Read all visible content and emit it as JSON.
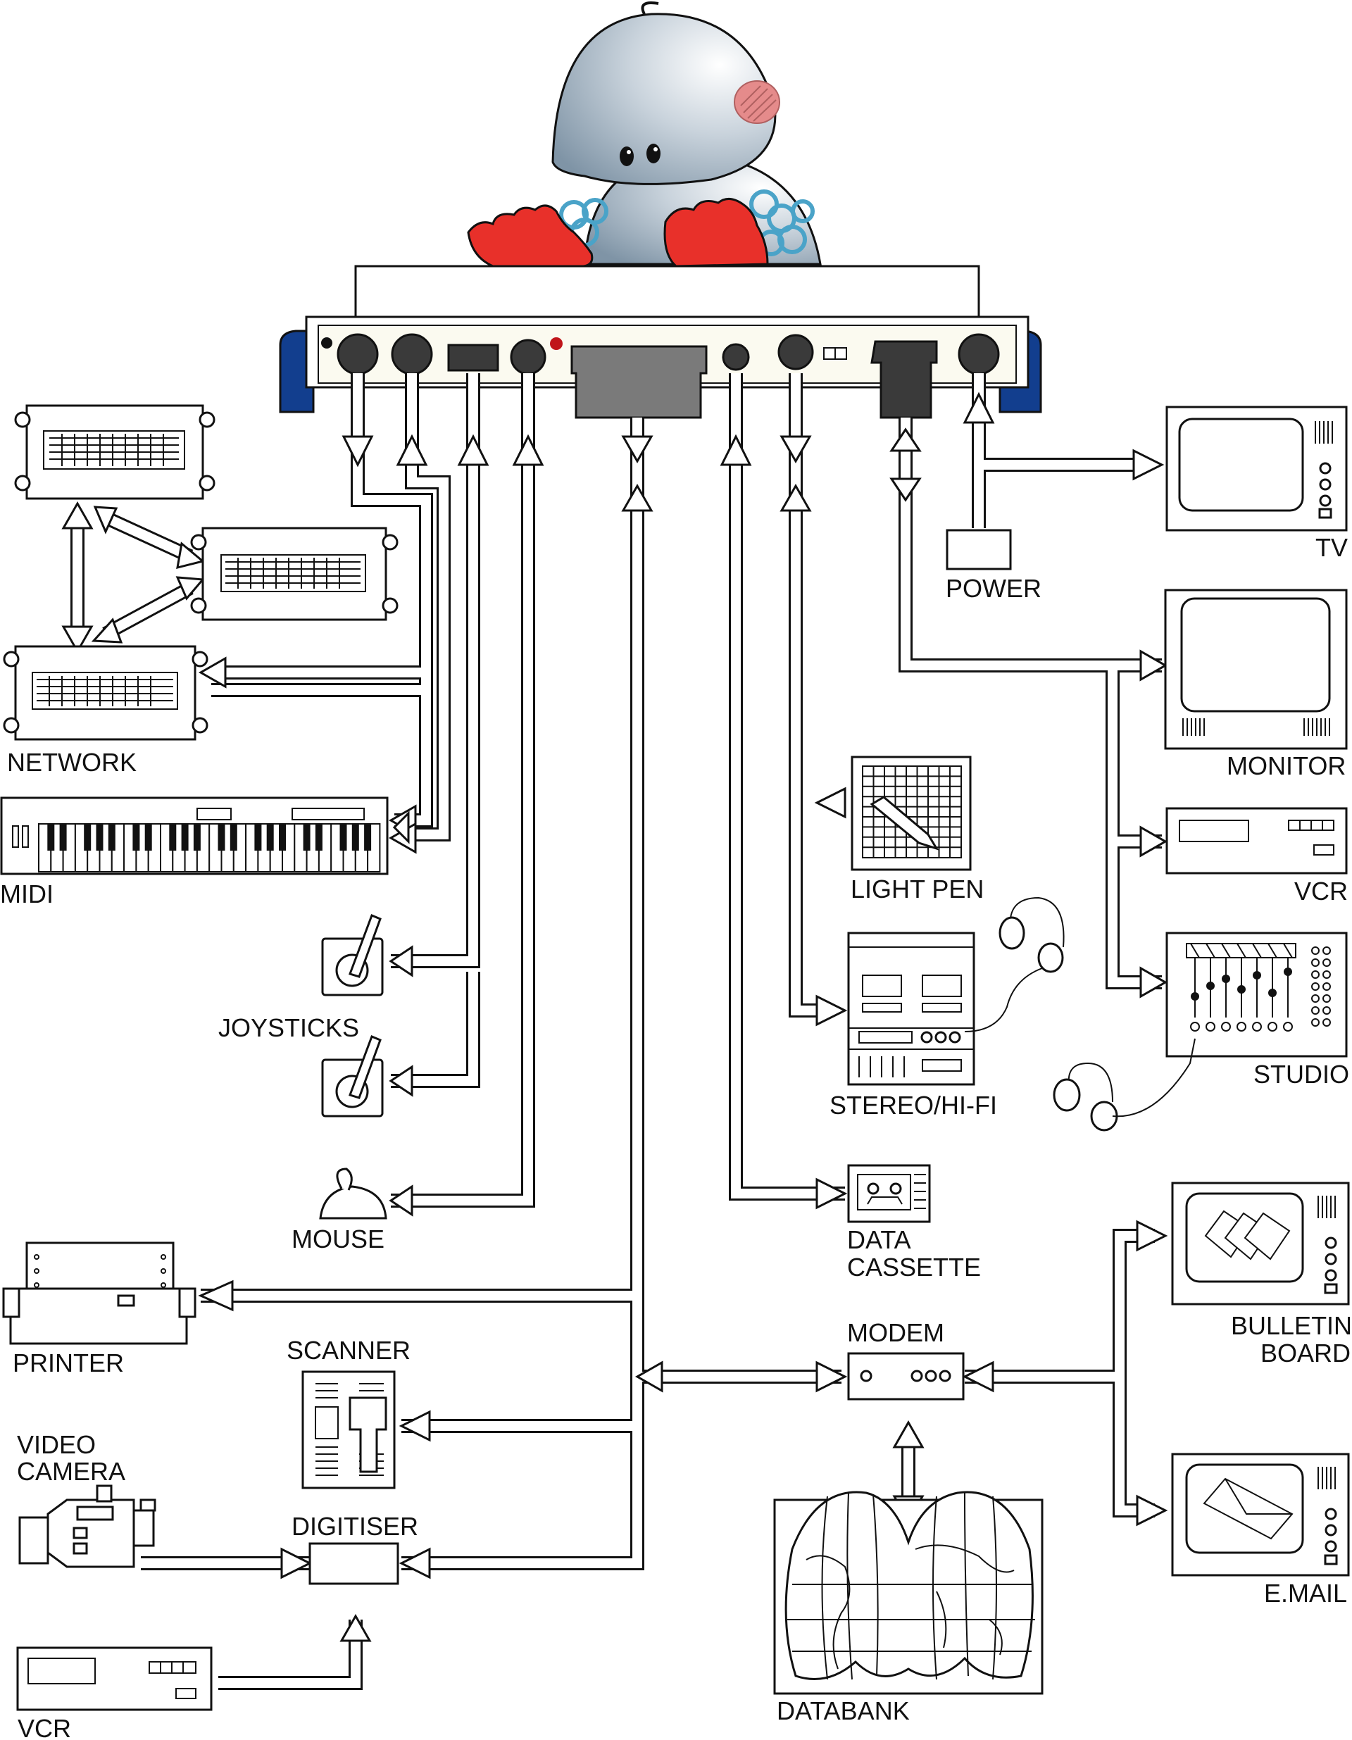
{
  "labels": {
    "network": "NETWORK",
    "midi": "MIDI",
    "joysticks": "JOYSTICKS",
    "mouse": "MOUSE",
    "printer": "PRINTER",
    "scanner": "SCANNER",
    "video_camera_1": "VIDEO",
    "video_camera_2": "CAMERA",
    "digitiser": "DIGITISER",
    "vcr_left": "VCR",
    "tv": "TV",
    "power": "POWER",
    "monitor": "MONITOR",
    "vcr_right": "VCR",
    "studio": "STUDIO",
    "light_pen": "LIGHT PEN",
    "stereo": "STEREO/HI-FI",
    "data_cassette_1": "DATA",
    "data_cassette_2": "CASSETTE",
    "modem": "MODEM",
    "databank": "DATABANK",
    "bulletin_1": "BULLETIN",
    "bulletin_2": "BOARD",
    "email": "E.MAIL"
  },
  "colors": {
    "robot_body": "#9fb3c4",
    "robot_hand": "#e8302a",
    "robot_cheek": "#e58b8b",
    "cable": "#4aa3c8",
    "side_block": "#123e8e",
    "port_dark": "#3a3a3a",
    "port_mid": "#7a7a7a",
    "led": "#c0151a"
  }
}
